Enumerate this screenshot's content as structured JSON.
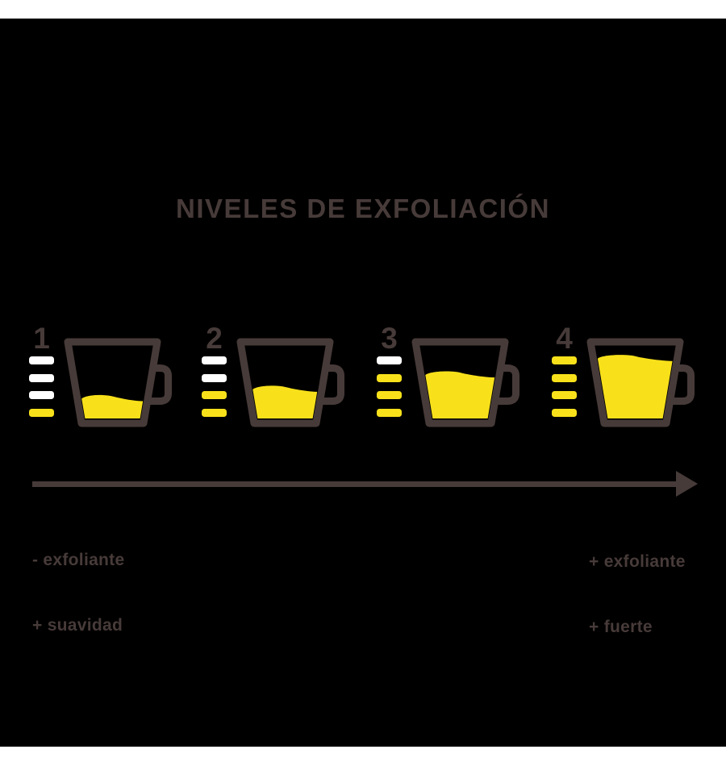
{
  "colors": {
    "page_background": "#ffffff",
    "panel_background": "#000000",
    "outline": "#473b39",
    "yellow": "#f8e11a",
    "white": "#ffffff"
  },
  "title": {
    "text": "NIVELES DE EXFOLIACIÓN"
  },
  "levels": [
    {
      "number": "1",
      "fill_percent": 32,
      "bars": [
        "white",
        "white",
        "white",
        "yellow"
      ]
    },
    {
      "number": "2",
      "fill_percent": 45,
      "bars": [
        "white",
        "white",
        "yellow",
        "yellow"
      ]
    },
    {
      "number": "3",
      "fill_percent": 65,
      "bars": [
        "white",
        "yellow",
        "yellow",
        "yellow"
      ]
    },
    {
      "number": "4",
      "fill_percent": 88,
      "bars": [
        "yellow",
        "yellow",
        "yellow",
        "yellow"
      ]
    }
  ],
  "axis": {
    "direction": "left-to-right",
    "left_line1": "- exfoliante",
    "left_line2": "+ suavidad",
    "right_line1": "+ exfoliante",
    "right_line2": "+ fuerte"
  },
  "chart_data": {
    "type": "bar",
    "title": "NIVELES DE EXFOLIACIÓN",
    "categories": [
      "1",
      "2",
      "3",
      "4"
    ],
    "values": [
      32,
      45,
      65,
      88
    ],
    "value_unit": "cup fill percent",
    "scale_min_label": "- exfoliante / + suavidad",
    "scale_max_label": "+ exfoliante / + fuerte"
  }
}
